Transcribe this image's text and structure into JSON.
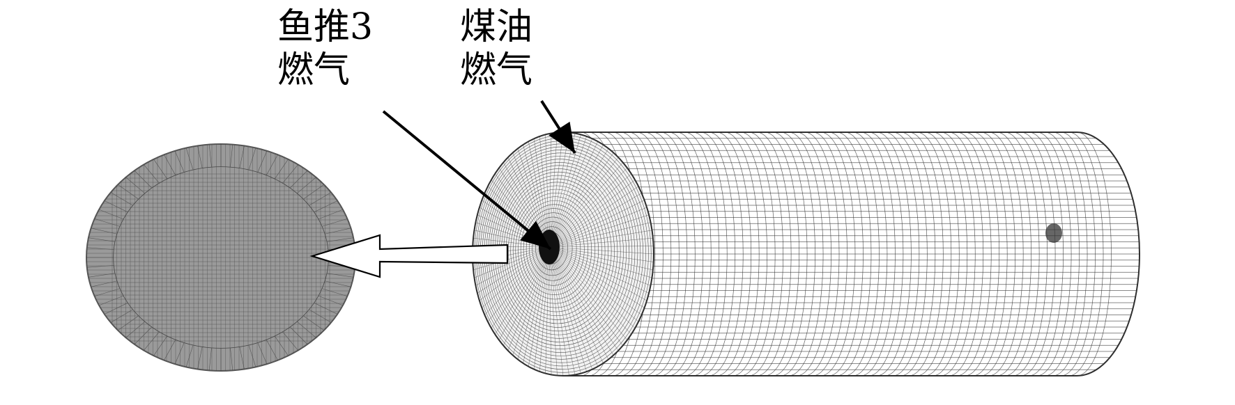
{
  "labels": {
    "left": {
      "line1": "鱼推3",
      "line2": "燃气"
    },
    "right": {
      "line1": "煤油",
      "line2": "燃气"
    }
  },
  "colors": {
    "mesh_line": "#2e2e2e",
    "face_fill": "#9a9a9a",
    "cylinder_fill": "#ffffff",
    "arrow": "#000000"
  }
}
